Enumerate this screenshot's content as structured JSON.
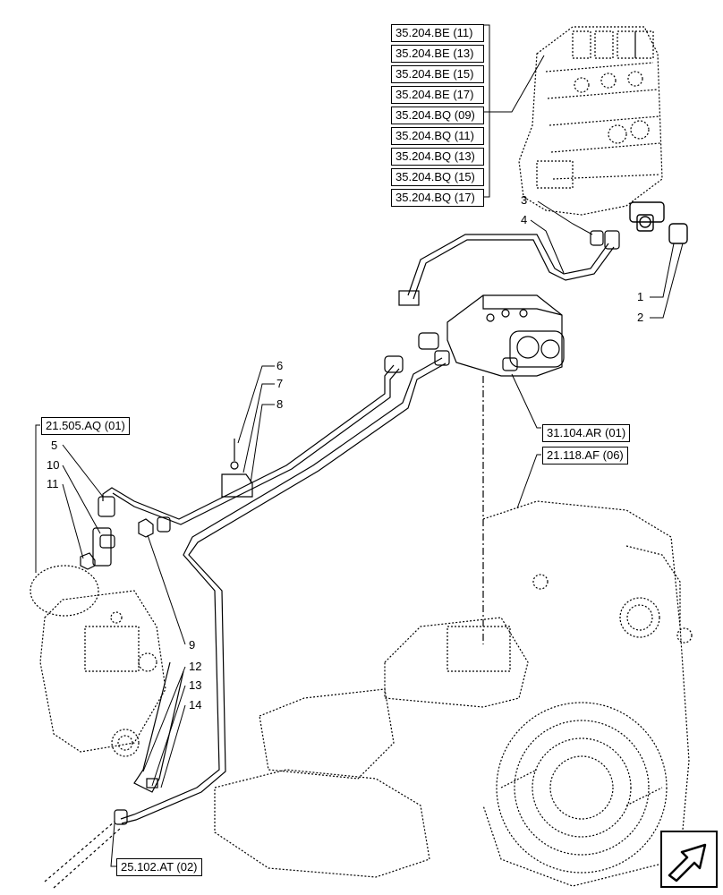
{
  "references": {
    "valve_group": [
      "35.204.BE (11)",
      "35.204.BE (13)",
      "35.204.BE (15)",
      "35.204.BE (17)",
      "35.204.BQ (09)",
      "35.204.BQ (11)",
      "35.204.BQ (13)",
      "35.204.BQ (15)",
      "35.204.BQ (17)"
    ],
    "pump": "21.505.AQ (01)",
    "valve_block": "31.104.AR (01)",
    "transmission": "21.118.AF (06)",
    "tube_end": "25.102.AT (02)"
  },
  "callouts": {
    "c1": "1",
    "c2": "2",
    "c3": "3",
    "c4": "4",
    "c5": "5",
    "c6": "6",
    "c7": "7",
    "c8": "8",
    "c9": "9",
    "c10": "10",
    "c11": "11",
    "c12": "12",
    "c13": "13",
    "c14": "14"
  },
  "nav_icon": "next-page-arrow-icon"
}
